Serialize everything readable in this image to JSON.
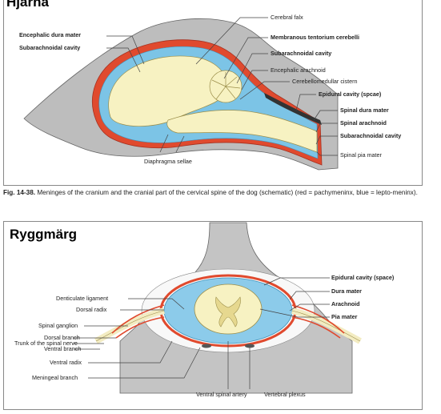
{
  "panels": {
    "top": {
      "title": "Hjärna",
      "labels": {
        "encephalic_dura_mater": "Encephalic dura mater",
        "subarachnoidal_cavity_left": "Subarachnoidal cavity",
        "cerebral_falx": "Cerebral falx",
        "membranous_tentorium_cerebelli": "Membranous tentorium cerebelli",
        "subarachnoidal_cavity_right": "Subarachnoidal cavity",
        "encephalic_arachnoid": "Encephalic arachnoid",
        "cerebellomedullar_cistern": "Cerebellomedullar cistern",
        "epidural_cavity": "Epidural cavity (spcae)",
        "spinal_dura_mater": "Spinal dura mater",
        "spinal_arachnoid": "Spinal arachnoid",
        "subarachnoidal_cavity_spinal": "Subarachnoidal cavity",
        "spinal_pia_mater": "Spinal pia mater",
        "diaphragma_sellae": "Diaphragma sellae"
      }
    },
    "caption": {
      "fig_label": "Fig. 14-38.",
      "text": "Meninges of the cranium and the cranial part of the cervical spine of the dog (schematic) (red = pachymeninx, blue = lepto-meninx)."
    },
    "bottom": {
      "title": "Ryggmärg",
      "labels": {
        "epidural_cavity": "Epidural cavity (space)",
        "dura_mater": "Dura mater",
        "arachnoid": "Arachnoid",
        "pia_mater": "Pia mater",
        "denticulate_ligament": "Denticulate ligament",
        "dorsal_radix": "Dorsal radix",
        "spinal_ganglion": "Spinal ganglion",
        "dorsal_branch": "Dorsal branch",
        "trunk_spinal_nerve": "Trunk of the spinal nerve",
        "ventral_branch": "Ventral branch",
        "ventral_radix": "Ventral radix",
        "meningeal_branch": "Meningeal branch",
        "ventral_spinal_artery": "Ventral spinal artery",
        "vertebral_plexus": "Vertebral plexus"
      }
    },
    "colors": {
      "pachymeninx": "#d9452b",
      "leptomeninx": "#5fb8e0",
      "bone": "#b9b9b9",
      "brain": "#f7f2c2"
    }
  }
}
